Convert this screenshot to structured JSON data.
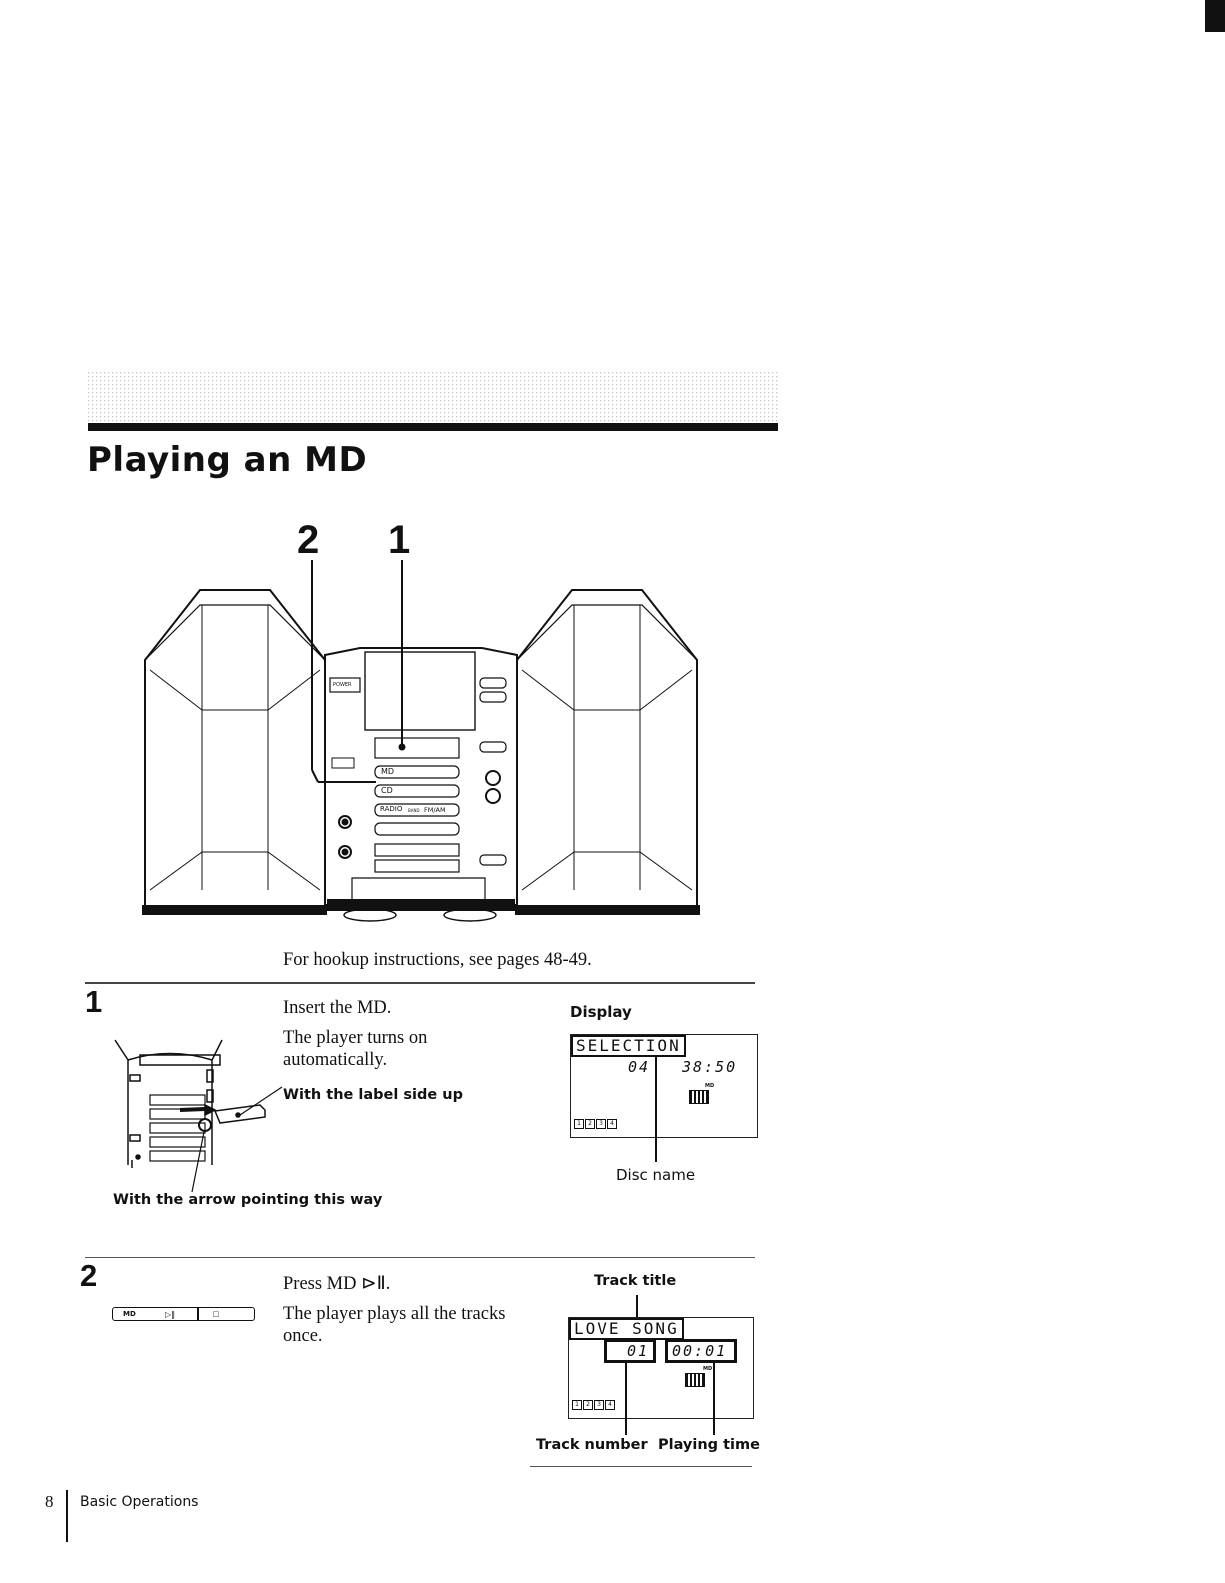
{
  "section": {
    "title": "Playing an MD"
  },
  "illustration": {
    "callouts": [
      "2",
      "1"
    ],
    "device_labels": {
      "power": "POWER",
      "md": "MD",
      "cd": "CD",
      "radio": "RADIO",
      "band": "BAND",
      "fm_am": "FM/AM"
    }
  },
  "hookup_note": "For hookup instructions, see pages 48-49.",
  "steps": [
    {
      "number": "1",
      "instruction": "Insert the MD.",
      "detail_line1": "The player turns on",
      "detail_line2": "automatically.",
      "label_side": "With the label side up",
      "arrow_note": "With the arrow pointing this way",
      "display_heading": "Display",
      "display": {
        "top_text": "SELECTION",
        "track": "04",
        "time": "38:50",
        "md_tag": "MD",
        "segments": [
          "1",
          "2",
          "3",
          "4"
        ]
      },
      "display_caption": "Disc name"
    },
    {
      "number": "2",
      "instruction": "Press MD ⊳Ⅱ.",
      "detail_line1": "The player plays all the tracks",
      "detail_line2": "once.",
      "button_label": "MD",
      "display_heading": "Track title",
      "display": {
        "top_text": "LOVE SONG",
        "track": "01",
        "time": "00:01",
        "md_tag": "MD",
        "segments": [
          "1",
          "2",
          "3",
          "4"
        ]
      },
      "caption_track_number": "Track number",
      "caption_playing_time": "Playing time"
    }
  ],
  "footer": {
    "page_number": "8",
    "section_name": "Basic Operations"
  }
}
